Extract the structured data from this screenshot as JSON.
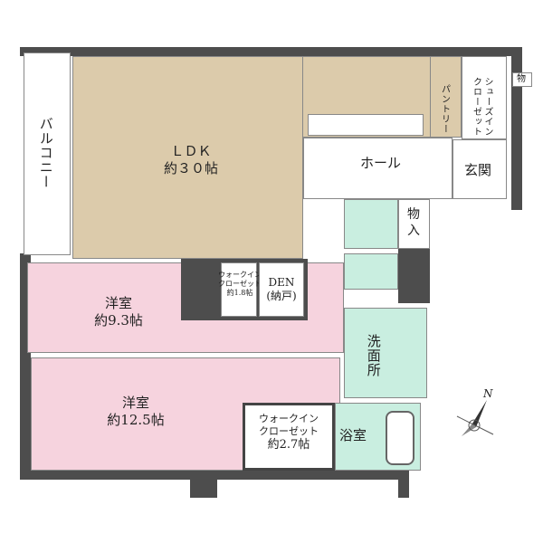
{
  "rooms": {
    "balcony": "バルコニー",
    "ldk": {
      "name": "ＬＤＫ",
      "size": "約３０帖"
    },
    "pantry": "パントリー",
    "shoe_closet": "シューズインクローゼット",
    "storage_small": "物",
    "hall": "ホール",
    "entrance": "玄関",
    "storage": "物入",
    "room1": {
      "name": "洋室",
      "size": "約9.3帖"
    },
    "closet1": {
      "name1": "ウォークイン",
      "name2": "クローゼット",
      "size": "約1.8帖"
    },
    "den": {
      "name": "DEN",
      "sub": "(納戸)"
    },
    "washroom": "洗面所",
    "room2": {
      "name": "洋室",
      "size": "約12.5帖"
    },
    "closet2": {
      "name1": "ウォークイン",
      "name2": "クローゼット",
      "size": "約2.7帖"
    },
    "bath": "浴室"
  },
  "compass": "N",
  "colors": {
    "wall": "#4d4d4d",
    "ldk": "#dccbab",
    "bedroom": "#f6d3de",
    "wet": "#c9eee0"
  }
}
